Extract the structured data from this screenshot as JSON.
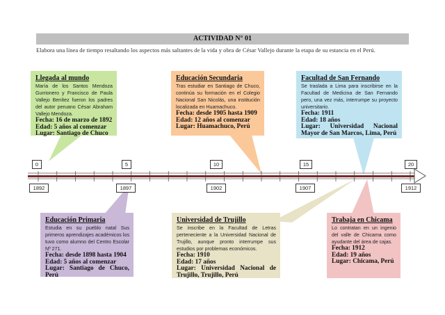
{
  "header": {
    "title": "ACTIVIDAD N° 01"
  },
  "instructions": "Elabora una línea de tiempo resaltando los aspectos más saltantes de la vida y obra de César Vallejo durante la etapa de su estancia en el Perú.",
  "colors": {
    "green": "#c8e6a0",
    "orange": "#fbc89a",
    "blue": "#bfe3f1",
    "purple": "#c9b8d8",
    "beige": "#e8e2c6",
    "pink": "#f2c3c3",
    "axis_bar": "#7a2a2a"
  },
  "axis": {
    "top_ticks": [
      "0",
      "5",
      "10",
      "15",
      "20"
    ],
    "bottom_ticks": [
      "1892",
      "1897",
      "1902",
      "1907",
      "1912"
    ]
  },
  "events": {
    "llegada": {
      "title": "Llegada al mundo",
      "desc": "María de los Santos Mendoza Gurrionero y Francisco de Paula Vallejo Benítez fueron los padres del autor peruano César Abraham Vallejo Mendoza.",
      "fecha": "Fecha: 16 de marzo de 1892",
      "edad": "Edad: 5 años al comenzar",
      "lugar": "Lugar: Santiago de Chuco"
    },
    "secundaria": {
      "title": "Educación Secundaria",
      "desc": "Tras estudiar en Santiago de Chuco, continúa su formación en el Colegio Nacional San Nicolás, una institución localizada en Huamachuco.",
      "fecha": "Fecha: desde 1905 hasta 1909",
      "edad": "Edad: 12 años al comenzar",
      "lugar": "Lugar: Huamachuco, Perú"
    },
    "facultad": {
      "title": "Facultad de San Fernando",
      "desc": "Se traslada a Lima para inscribirse en la Facultad de Medicina de San Fernando pero, una vez más, interrumpe su proyecto universitario.",
      "fecha": "Fecha: 1911",
      "edad": "Edad: 18 años",
      "lugar": "Lugar: Universidad Nacional Mayor de San Marcos, Lima, Perú"
    },
    "primaria": {
      "title": "Educación Primaria",
      "desc": "Estudia en su pueblo natal Sus primeros aprendizajes académicos los tuvo como alumno del Centro Escolar Nº 271.",
      "fecha": "Fecha: desde 1898 hasta 1904",
      "edad": "Edad: 5 años al comenzar",
      "lugar": "Lugar: Santiago de Chuco, Perú"
    },
    "trujillo": {
      "title": "Universidad de Trujillo",
      "desc": "Se inscribe en la Facultad de Letras perteneciente a la Universidad Nacional de Trujillo, aunque pronto interrumpe sus estudios por problemas económicos.",
      "fecha": "Fecha: 1910",
      "edad": "Edad: 17 años",
      "lugar": "Lugar: Universidad Nacional de Trujillo, Trujillo, Perú"
    },
    "chicama": {
      "title": "Trabaja en Chicama",
      "desc": "Lo contratan en un ingenio del valle de Chicama como ayudante del área de cajas.",
      "fecha": "Fecha: 1912",
      "edad": "Edad: 19 años",
      "lugar": "Lugar: Chicama, Perú"
    }
  }
}
